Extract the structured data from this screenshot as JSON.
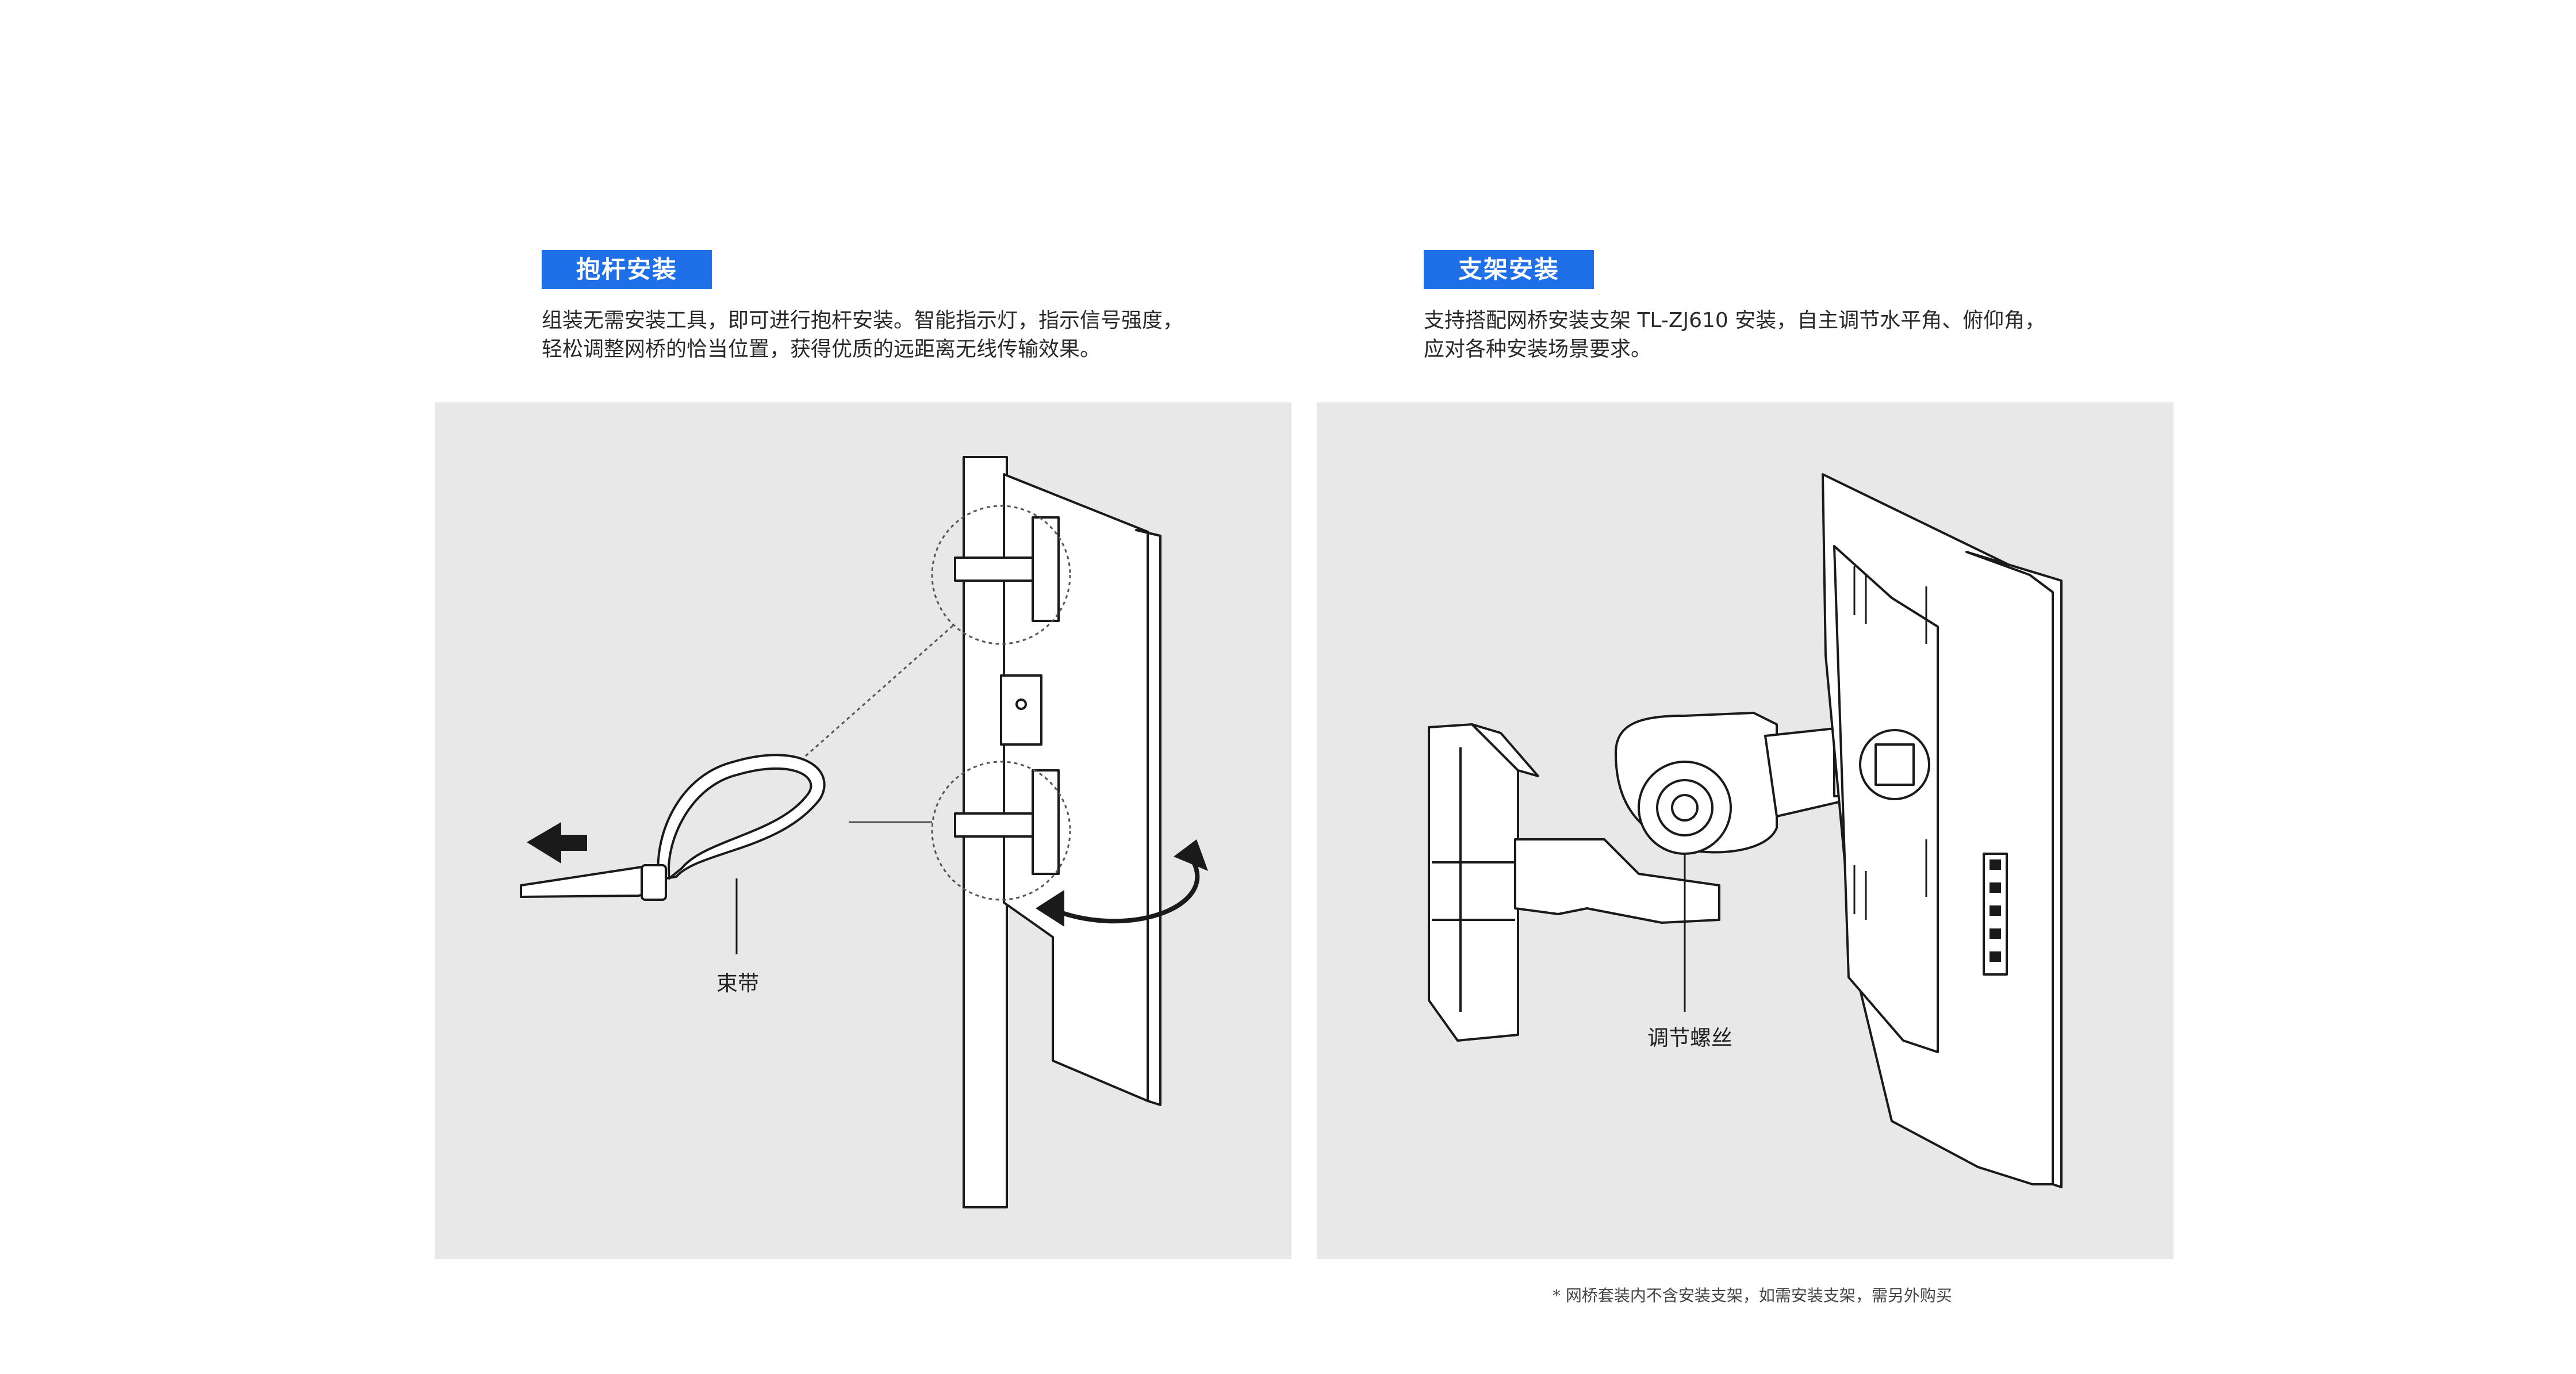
{
  "sections": [
    {
      "tag": "抱杆安装",
      "lines": [
        "组装无需安装工具，即可进行抱杆安装。智能指示灯，指示信号强度，",
        "轻松调整网桥的恰当位置，获得优质的远距离无线传输效果。"
      ],
      "callout": "束带"
    },
    {
      "tag": "支架安装",
      "lines": [
        "支持搭配网桥安装支架 TL-ZJ610 安装，自主调节水平角、俯仰角，",
        "应对各种安装场景要求。"
      ],
      "callout": "调节螺丝"
    }
  ],
  "footnote": "* 网桥套装内不含安装支架，如需安装支架，需另外购买",
  "colors": {
    "tag_bg": "#1f6fe8",
    "panel_bg": "#e8e8e8"
  }
}
